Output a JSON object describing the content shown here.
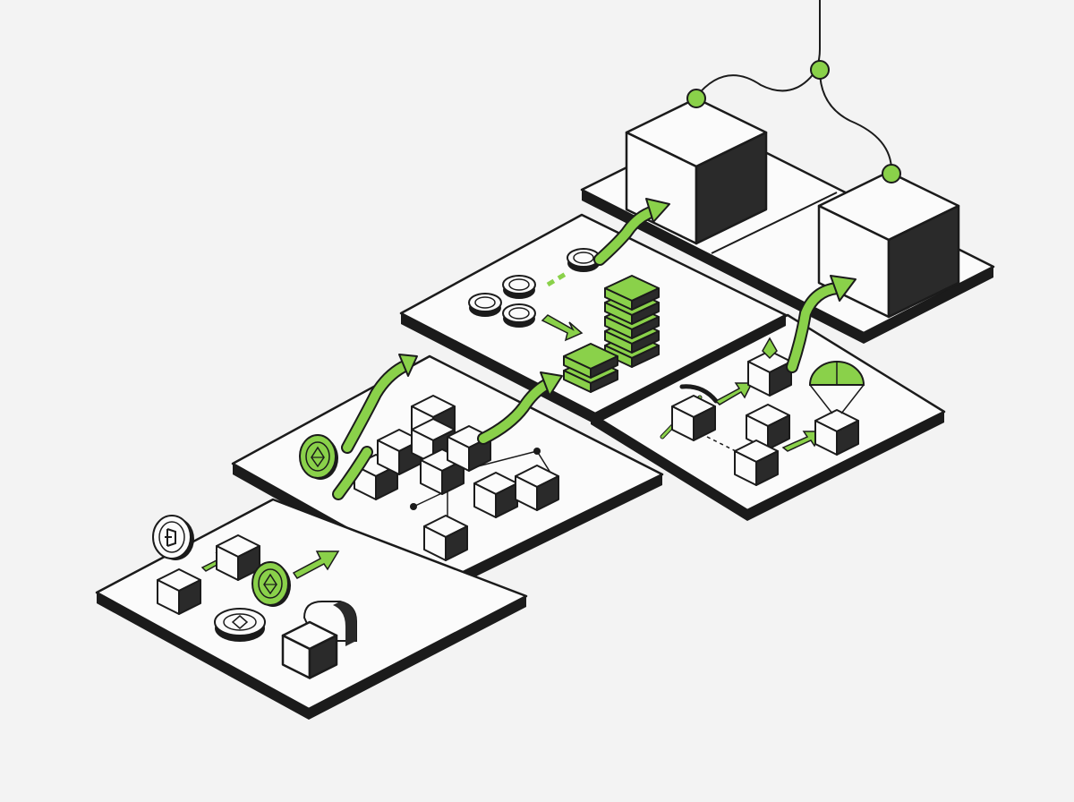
{
  "diagram": {
    "style": "isometric line illustration",
    "colors": {
      "background": "#f3f3f3",
      "surface": "#fbfbfb",
      "ink": "#1b1b1b",
      "accent_green": "#8ad14a",
      "dark_side": "#2a2a2a",
      "shadow": "#dcdcdc"
    },
    "platforms": [
      {
        "id": "platform-1",
        "contents": [
          "token-coin",
          "cube",
          "arrow",
          "ethereum-coin",
          "cube",
          "arrow",
          "ethereum-coin",
          "cube",
          "rounded-block"
        ]
      },
      {
        "id": "platform-2",
        "contents": [
          "ethereum-coin",
          "growth-arrow",
          "growth-arrow",
          "bar-chart-blocks",
          "network-nodes",
          "growth-arrow"
        ]
      },
      {
        "id": "platform-3",
        "contents": [
          "coin-stack",
          "coin",
          "dashed-flow",
          "arrow",
          "green-block-stack",
          "growth-arrow"
        ]
      },
      {
        "id": "platform-4",
        "contents": [
          "pickaxe",
          "cube",
          "arrow",
          "ethereum-cube",
          "cube",
          "arrow",
          "parachute-cube",
          "growth-arrow"
        ]
      },
      {
        "id": "platform-5",
        "contents": [
          "large-cube",
          "large-cube",
          "connection-line",
          "connection-nodes"
        ]
      }
    ]
  }
}
